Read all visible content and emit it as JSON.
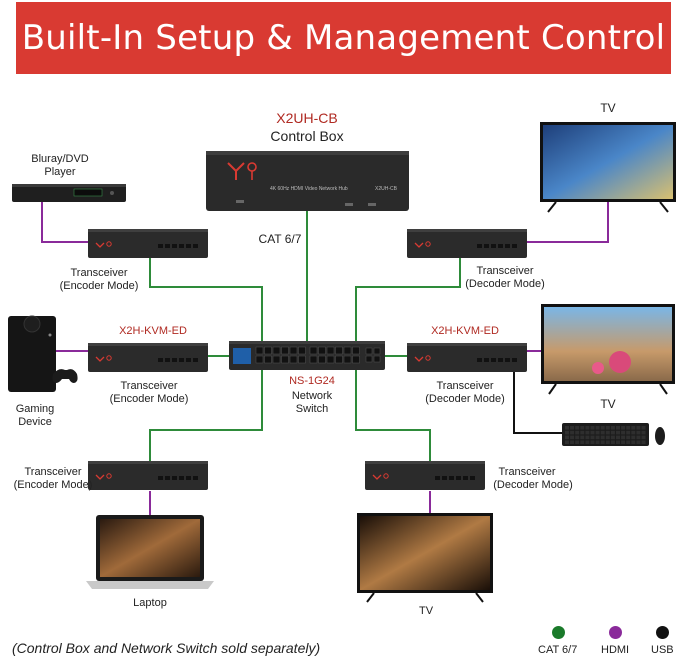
{
  "title": "Built-In Setup & Management Control",
  "control_box": {
    "model": "X2UH-CB",
    "name": "Control Box",
    "device_text": "4K 60Hz HDMI Video Network Hub",
    "device_model": "X2UH-CB"
  },
  "switch": {
    "model": "NS-1G24",
    "name_line1": "Network",
    "name_line2": "Switch"
  },
  "cable_label": "CAT 6/7",
  "devices": {
    "bluray": {
      "line1": "Bluray/DVD",
      "line2": "Player"
    },
    "gaming": {
      "line1": "Gaming",
      "line2": "Device"
    },
    "laptop": "Laptop",
    "tv_top": "TV",
    "tv_mid": "TV",
    "tv_bottom": "TV"
  },
  "transceivers": {
    "left_top": {
      "line1": "Transceiver",
      "line2": "(Encoder Mode)"
    },
    "left_mid": {
      "model": "X2H-KVM-ED",
      "line1": "Transceiver",
      "line2": "(Encoder Mode)"
    },
    "left_bottom": {
      "line1": "Transceiver",
      "line2": "(Encoder Mode)"
    },
    "right_top": {
      "line1": "Transceiver",
      "line2": "(Decoder Mode)"
    },
    "right_mid": {
      "model": "X2H-KVM-ED",
      "line1": "Transceiver",
      "line2": "(Decoder Mode)"
    },
    "right_bottom": {
      "line1": "Transceiver",
      "line2": "(Decoder Mode)"
    }
  },
  "footer": "(Control Box and Network Switch sold separately)",
  "legend": [
    {
      "label": "CAT 6/7",
      "color": "#1a7a2a"
    },
    {
      "label": "HDMI",
      "color": "#8a2a9a"
    },
    {
      "label": "USB",
      "color": "#111111"
    }
  ],
  "colors": {
    "banner": "#d93a32",
    "cat": "#2e8b3a",
    "hdmi": "#8a2a9a",
    "usb": "#111111",
    "device": "#2b2b2b"
  }
}
